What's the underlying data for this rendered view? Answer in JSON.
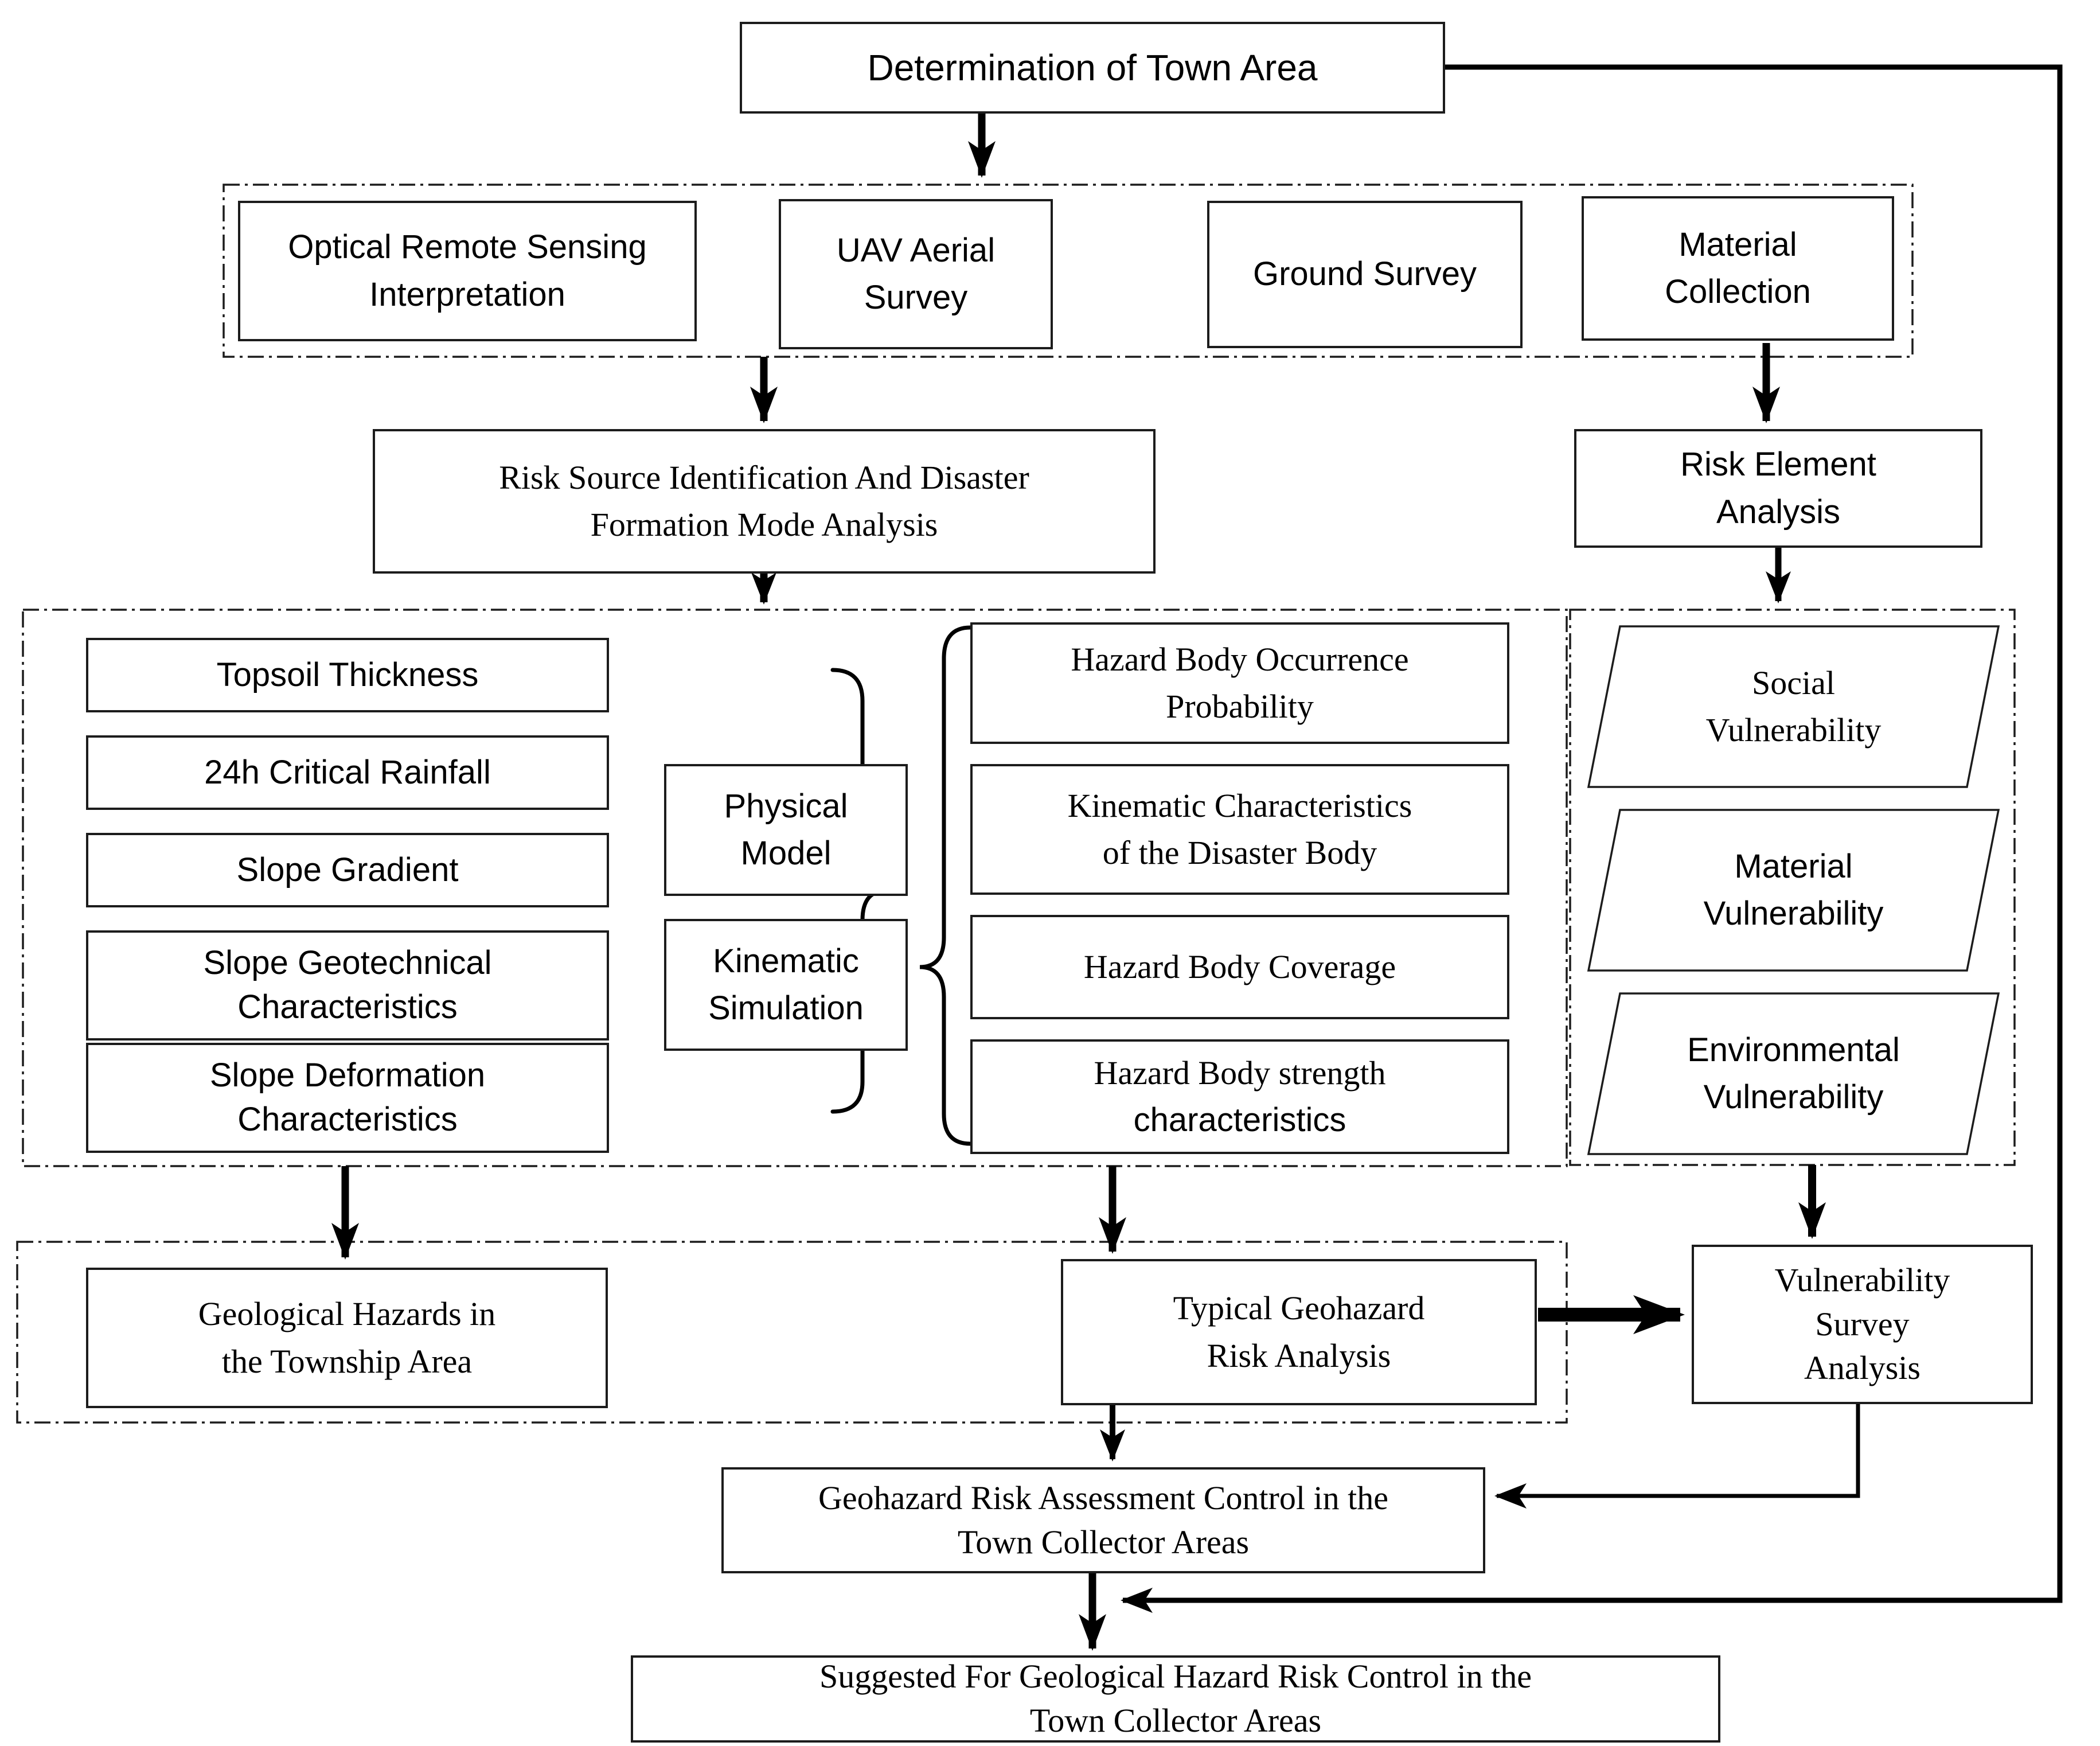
{
  "nodes": {
    "determination": {
      "lines": [
        "Determination of Town Area"
      ]
    },
    "optical": {
      "lines": [
        "Optical Remote Sensing",
        "Interpretation"
      ]
    },
    "uav": {
      "lines": [
        "UAV Aerial",
        "Survey"
      ]
    },
    "ground": {
      "lines": [
        "Ground Survey"
      ]
    },
    "material": {
      "lines": [
        "Material",
        "Collection"
      ]
    },
    "risk_source": {
      "lines": [
        "Risk Source Identification And Disaster",
        "Formation Mode Analysis"
      ]
    },
    "risk_element": {
      "lines": [
        "Risk Element",
        "Analysis"
      ]
    },
    "topsoil": {
      "lines": [
        "Topsoil Thickness"
      ]
    },
    "rainfall": {
      "lines": [
        "24h Critical Rainfall"
      ]
    },
    "gradient": {
      "lines": [
        "Slope Gradient"
      ]
    },
    "geotech": {
      "lines": [
        "Slope Geotechnical",
        "Characteristics"
      ]
    },
    "deformation": {
      "lines": [
        "Slope Deformation",
        "Characteristics"
      ]
    },
    "physical": {
      "lines": [
        "Physical",
        "Model"
      ]
    },
    "kinematic_sim": {
      "lines": [
        "Kinematic",
        "Simulation"
      ]
    },
    "hb_occurrence": {
      "lines": [
        "Hazard Body Occurrence",
        "Probability"
      ]
    },
    "kin_char": {
      "lines": [
        "Kinematic Characteristics",
        "of the Disaster Body"
      ]
    },
    "hb_coverage": {
      "lines": [
        "Hazard Body Coverage"
      ]
    },
    "hb_strength": {
      "lines": [
        "Hazard Body strength",
        "characteristics"
      ]
    },
    "social_vuln": {
      "lines": [
        "Social",
        "Vulnerability"
      ]
    },
    "material_vuln": {
      "lines": [
        "Material",
        "Vulnerability"
      ]
    },
    "env_vuln": {
      "lines": [
        "Environmental",
        "Vulnerability"
      ]
    },
    "geol_hazards": {
      "lines": [
        "Geological Hazards in",
        "the Township Area"
      ]
    },
    "typical_risk": {
      "lines": [
        "Typical Geohazard",
        "Risk Analysis"
      ]
    },
    "vuln_survey": {
      "lines": [
        "Vulnerability",
        "Survey",
        "Analysis"
      ]
    },
    "geo_control": {
      "lines": [
        "Geohazard Risk Assessment Control in the",
        "Town Collector Areas"
      ]
    },
    "suggested": {
      "lines": [
        "Suggested For Geological Hazard Risk Control in the",
        "Town Collector Areas"
      ]
    }
  },
  "edges": [
    {
      "from": "determination-of-town-area",
      "to": "survey-methods-group"
    },
    {
      "from": "survey-methods-group",
      "to": "risk-source-identification"
    },
    {
      "from": "material-collection",
      "to": "risk-element-analysis"
    },
    {
      "from": "risk-source-identification",
      "to": "hazard-factor-group"
    },
    {
      "from": "risk-element-analysis",
      "to": "vulnerability-element-group"
    },
    {
      "from": "hazard-factor-inputs",
      "to": "physical-model",
      "type": "brace"
    },
    {
      "from": "kinematic-simulation",
      "to": "hazard-output-group",
      "type": "brace"
    },
    {
      "from": "hazard-factor-group",
      "to": "geological-hazards-township"
    },
    {
      "from": "hazard-output-group",
      "to": "typical-geohazard-risk-analysis"
    },
    {
      "from": "typical-geohazard-risk-analysis",
      "to": "vulnerability-survey-analysis"
    },
    {
      "from": "vulnerability-element-group",
      "to": "vulnerability-survey-analysis"
    },
    {
      "from": "vulnerability-survey-analysis",
      "to": "geohazard-risk-assessment-control"
    },
    {
      "from": "typical-geohazard-risk-analysis",
      "to": "geohazard-risk-assessment-control"
    },
    {
      "from": "geohazard-risk-assessment-control",
      "to": "suggested-risk-control"
    },
    {
      "from": "determination-of-town-area",
      "to": "suggested-risk-control",
      "note": "feedback line along right edge"
    }
  ],
  "colors": {
    "line": "#000000",
    "box_border": "#1c1c1c",
    "background": "#ffffff"
  }
}
